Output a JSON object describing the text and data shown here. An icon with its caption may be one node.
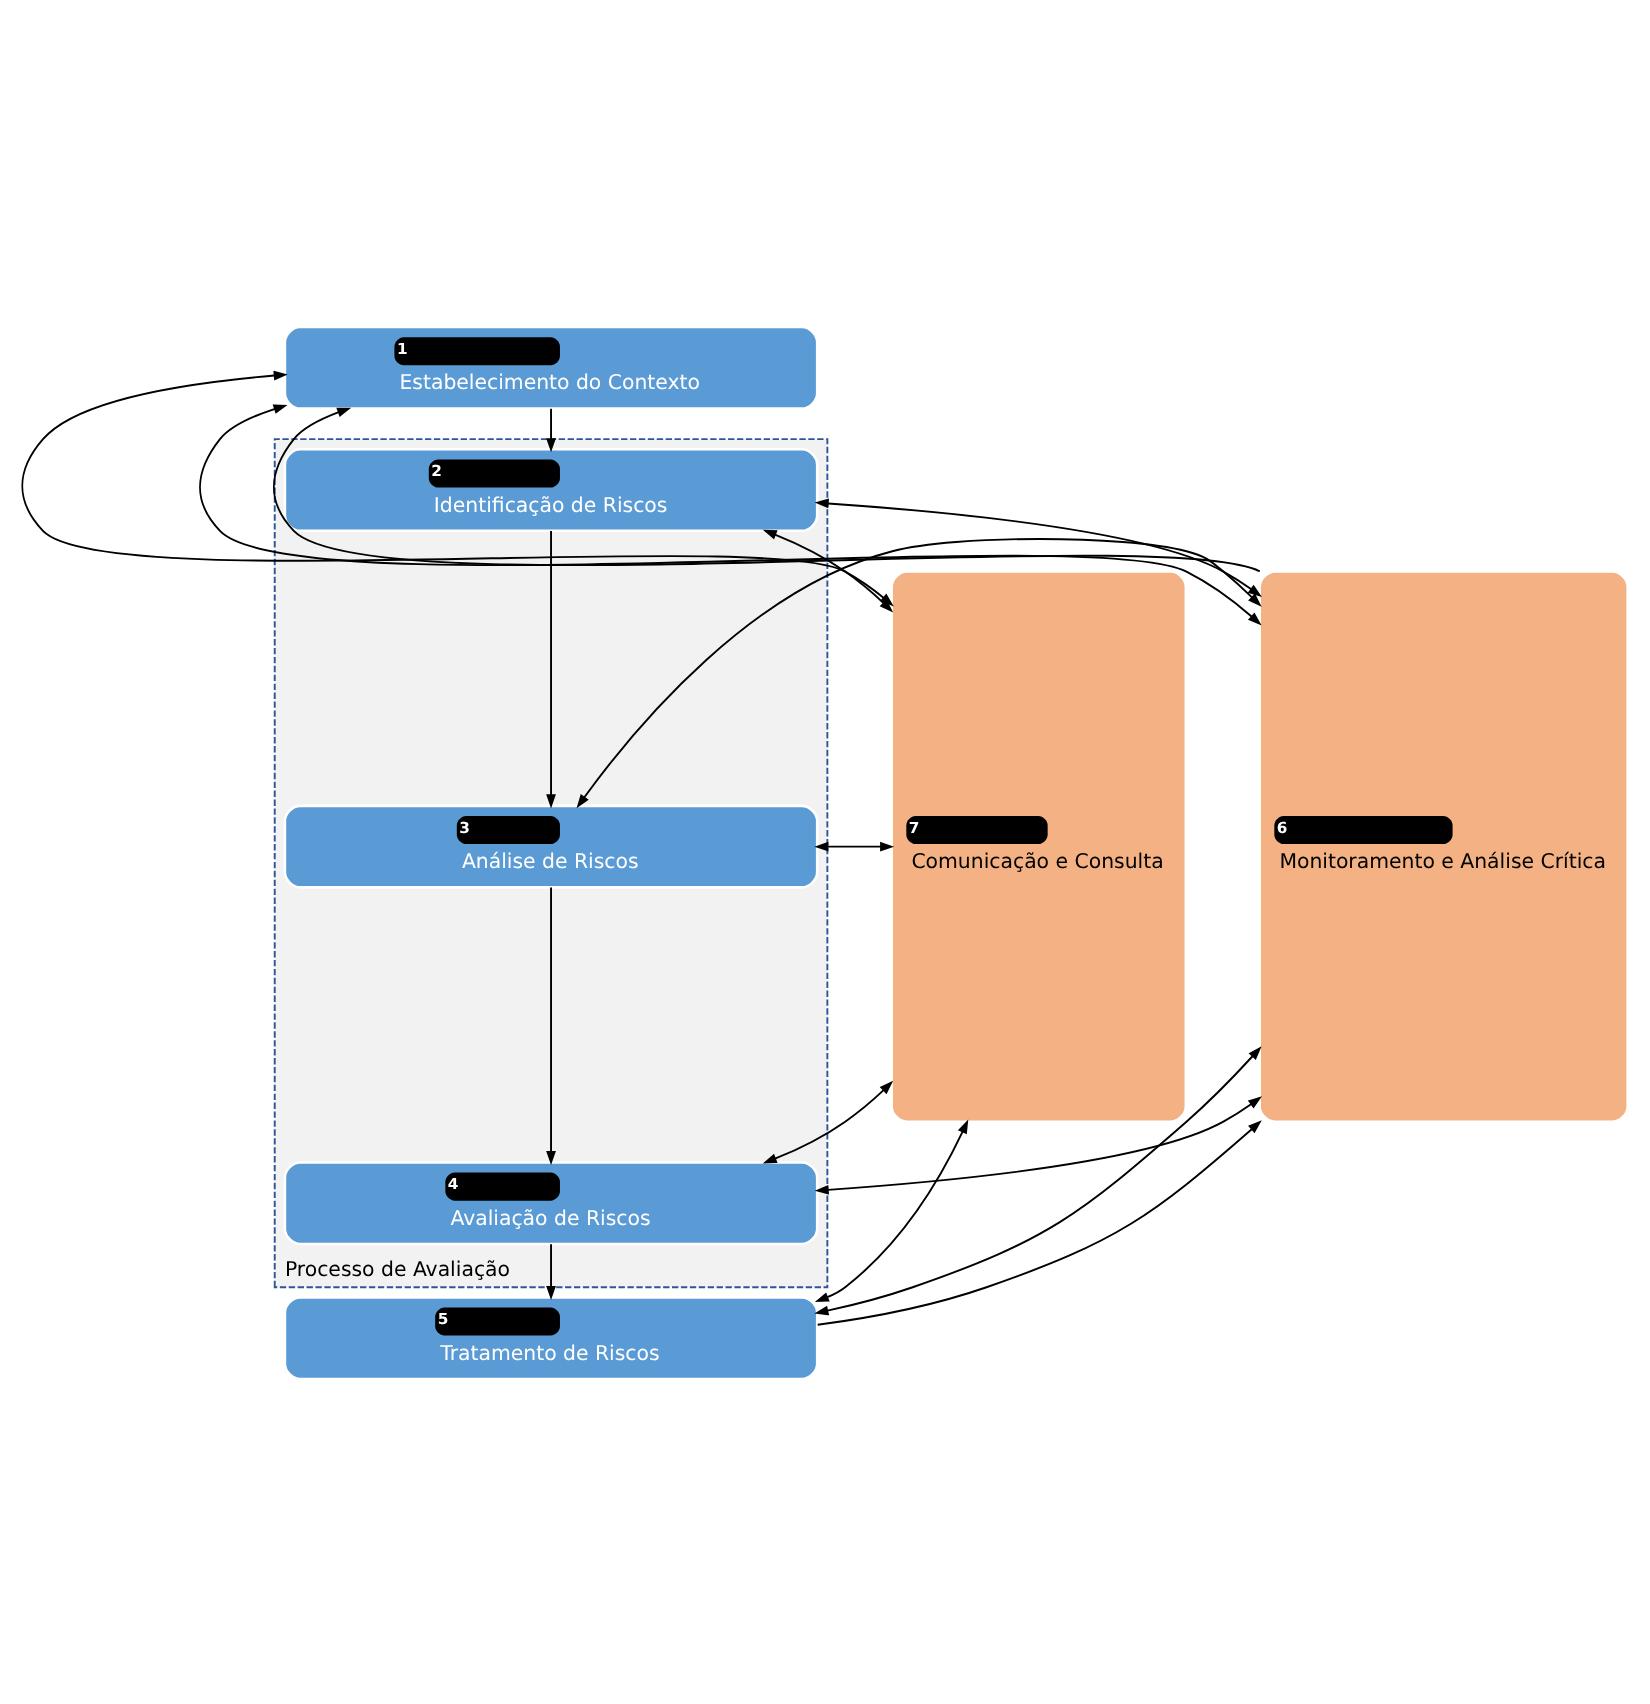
{
  "diagram": {
    "nodes": [
      {
        "text": [
          "7",
          "Comunicação e Consulta"
        ]
      },
      {
        "text": [
          "1",
          "Estabelecimento do Contexto"
        ]
      },
      {
        "text": [
          "6",
          "Monitoramento e Análise Crítica"
        ]
      },
      {
        "text": [
          "Processo de Avaliação"
        ]
      },
      {
        "text": [
          "2",
          "Identificação de Riscos"
        ],
        "in": 3
      },
      {
        "text": [
          "3",
          "Análise de Riscos"
        ],
        "in": 3
      },
      {
        "text": [
          "4",
          "Avaliação de Riscos"
        ],
        "in": 3
      },
      {
        "text": [
          "5",
          "Tratamento de Riscos"
        ]
      }
    ],
    "edges": [
      {
        "from": 0,
        "to": 1,
        "arrow": "both"
      },
      {
        "from": 1,
        "to": 2,
        "arrow": "both"
      },
      {
        "from": 2,
        "to": 1,
        "arrow": "to"
      },
      {
        "from": 1,
        "to": 4,
        "arrow": "to"
      },
      {
        "from": 0,
        "to": 4,
        "arrow": "both"
      },
      {
        "from": 4,
        "to": 2,
        "arrow": "both"
      },
      {
        "from": 4,
        "to": 5,
        "arrow": "to"
      },
      {
        "from": 0,
        "to": 5,
        "arrow": "both"
      },
      {
        "from": 5,
        "to": 2,
        "arrow": "both"
      },
      {
        "from": 5,
        "to": 6,
        "arrow": "to"
      },
      {
        "from": 0,
        "to": 6,
        "arrow": "both"
      },
      {
        "from": 6,
        "to": 2,
        "arrow": "both"
      },
      {
        "from": 6,
        "to": 7,
        "arrow": "to"
      },
      {
        "from": 0,
        "to": 7,
        "arrow": "both"
      },
      {
        "from": 7,
        "to": 2,
        "arrow": "both"
      },
      {
        "from": 7,
        "to": 2,
        "arrow": "to"
      }
    ]
  }
}
